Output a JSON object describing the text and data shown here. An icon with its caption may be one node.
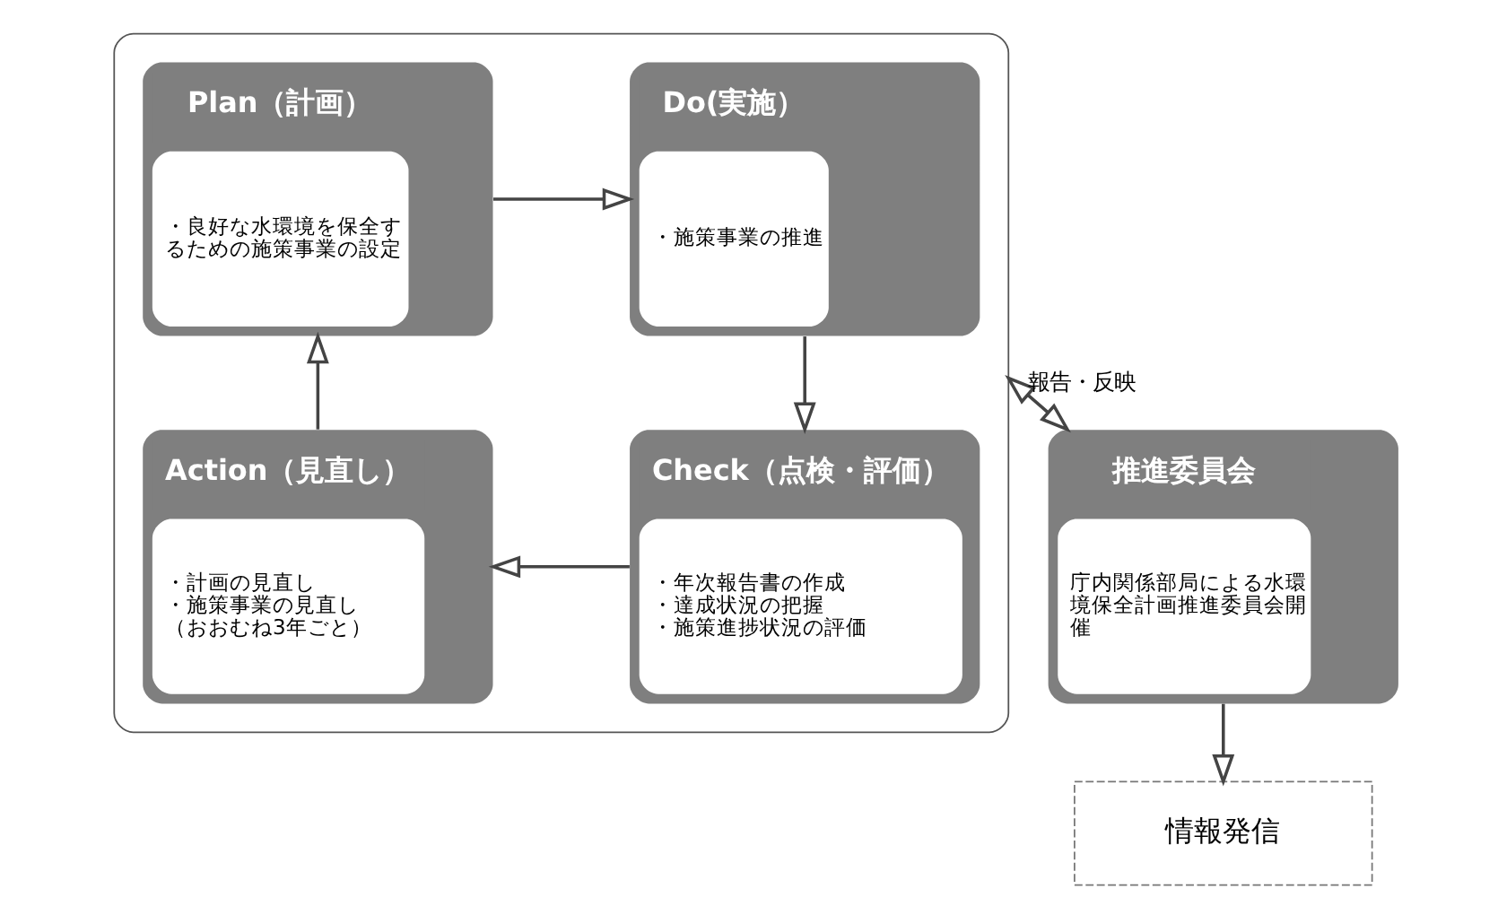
{
  "diagram": {
    "nodes": [
      {
        "text": [],
        "shape": "box"
      },
      {
        "text": [
          "Plan（計画）",
          "・良好な水環境を保全するための施策事業の設定"
        ],
        "in": 0
      },
      {
        "text": [
          "Do(実施）",
          "・施策事業の推進"
        ],
        "in": 0
      },
      {
        "text": [
          "Action（見直し）",
          "・計画の見直し",
          "・施策事業の見直し",
          "（おおむね3年ごと）"
        ],
        "in": 0
      },
      {
        "text": [
          "Check（点検・評価）",
          "・年次報告書の作成",
          "・達成状況の把握",
          "・施策進捗状況の評価"
        ],
        "in": 0
      },
      {
        "text": [
          "推進委員会",
          "庁内関係部局による水環境保全計画推進委員会開催"
        ]
      },
      {
        "text": [
          "情報発信"
        ]
      }
    ],
    "edges": [
      {
        "from": 1,
        "to": 2,
        "arrow": "to"
      },
      {
        "from": 2,
        "to": 4,
        "arrow": "to"
      },
      {
        "from": 4,
        "to": 3,
        "arrow": "to"
      },
      {
        "from": 3,
        "to": 1,
        "arrow": "to"
      },
      {
        "from": 0,
        "to": 5,
        "arrow": "both",
        "label": "報告・反映"
      },
      {
        "from": 5,
        "to": 6,
        "arrow": "to"
      }
    ]
  }
}
